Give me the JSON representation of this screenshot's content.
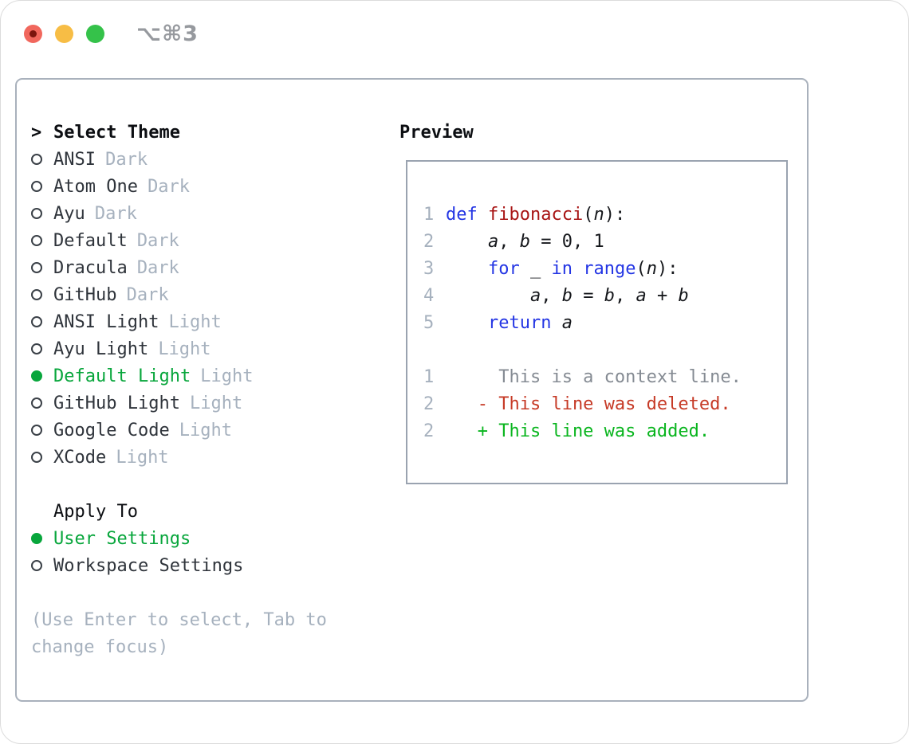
{
  "titlebar": {
    "title": "⌥⌘3"
  },
  "theme_list": {
    "pointer": ">",
    "title": "Select Theme",
    "items": [
      {
        "name": "ANSI",
        "variant": "Dark",
        "selected": false
      },
      {
        "name": "Atom One",
        "variant": "Dark",
        "selected": false
      },
      {
        "name": "Ayu",
        "variant": "Dark",
        "selected": false
      },
      {
        "name": "Default",
        "variant": "Dark",
        "selected": false
      },
      {
        "name": "Dracula",
        "variant": "Dark",
        "selected": false
      },
      {
        "name": "GitHub",
        "variant": "Dark",
        "selected": false
      },
      {
        "name": "ANSI Light",
        "variant": "Light",
        "selected": false
      },
      {
        "name": "Ayu Light",
        "variant": "Light",
        "selected": false
      },
      {
        "name": "Default Light",
        "variant": "Light",
        "selected": true
      },
      {
        "name": "GitHub Light",
        "variant": "Light",
        "selected": false
      },
      {
        "name": "Google Code",
        "variant": "Light",
        "selected": false
      },
      {
        "name": "XCode",
        "variant": "Light",
        "selected": false
      }
    ]
  },
  "apply_to": {
    "title": "Apply To",
    "options": [
      {
        "label": "User Settings",
        "selected": true
      },
      {
        "label": "Workspace Settings",
        "selected": false
      }
    ]
  },
  "hint": [
    "(Use Enter to select, Tab to",
    "change focus)"
  ],
  "preview": {
    "title": "Preview",
    "code_lines": [
      {
        "num": "1",
        "segments": [
          {
            "text": "def",
            "cls": "kw"
          },
          {
            "text": " ",
            "cls": ""
          },
          {
            "text": "fibonacci",
            "cls": "fn"
          },
          {
            "text": "(",
            "cls": ""
          },
          {
            "text": "n",
            "cls": "var"
          },
          {
            "text": "):",
            "cls": ""
          }
        ]
      },
      {
        "num": "2",
        "segments": [
          {
            "text": "    ",
            "cls": ""
          },
          {
            "text": "a",
            "cls": "var"
          },
          {
            "text": ", ",
            "cls": ""
          },
          {
            "text": "b",
            "cls": "var"
          },
          {
            "text": " = 0, 1",
            "cls": ""
          }
        ]
      },
      {
        "num": "3",
        "segments": [
          {
            "text": "    ",
            "cls": ""
          },
          {
            "text": "for",
            "cls": "kw"
          },
          {
            "text": " _ ",
            "cls": ""
          },
          {
            "text": "in",
            "cls": "kw"
          },
          {
            "text": " ",
            "cls": ""
          },
          {
            "text": "range",
            "cls": "kw"
          },
          {
            "text": "(",
            "cls": ""
          },
          {
            "text": "n",
            "cls": "var"
          },
          {
            "text": "):",
            "cls": ""
          }
        ]
      },
      {
        "num": "4",
        "segments": [
          {
            "text": "        ",
            "cls": ""
          },
          {
            "text": "a",
            "cls": "var"
          },
          {
            "text": ", ",
            "cls": ""
          },
          {
            "text": "b",
            "cls": "var"
          },
          {
            "text": " = ",
            "cls": ""
          },
          {
            "text": "b",
            "cls": "var"
          },
          {
            "text": ", ",
            "cls": ""
          },
          {
            "text": "a",
            "cls": "var"
          },
          {
            "text": " + ",
            "cls": ""
          },
          {
            "text": "b",
            "cls": "var"
          }
        ]
      },
      {
        "num": "5",
        "segments": [
          {
            "text": "    ",
            "cls": ""
          },
          {
            "text": "return",
            "cls": "kw"
          },
          {
            "text": " ",
            "cls": ""
          },
          {
            "text": "a",
            "cls": "var"
          }
        ]
      }
    ],
    "diff_lines": [
      {
        "num": "1",
        "segments": [
          {
            "text": "     This is a context line.",
            "cls": "ctx"
          }
        ]
      },
      {
        "num": "2",
        "segments": [
          {
            "text": "   - This line was deleted.",
            "cls": "del"
          }
        ]
      },
      {
        "num": "2",
        "segments": [
          {
            "text": "   + This line was added.",
            "cls": "add"
          }
        ]
      }
    ]
  },
  "colors": {
    "selected_green": "#08a63c",
    "keyword_blue": "#2436e4",
    "function_red": "#a81414",
    "diff_deleted": "#c63a26",
    "diff_added": "#09b51e",
    "muted_gray": "#a6b1be",
    "context_gray": "#858b93",
    "item_text": "#2f343b",
    "code_text": "#15171b",
    "panel_border": "#a9b1bc",
    "preview_border": "#9aa3b0",
    "title_gray": "#96999e",
    "traffic_red": "#f1675d",
    "traffic_yellow": "#f7bd45",
    "traffic_green": "#35c24a"
  }
}
